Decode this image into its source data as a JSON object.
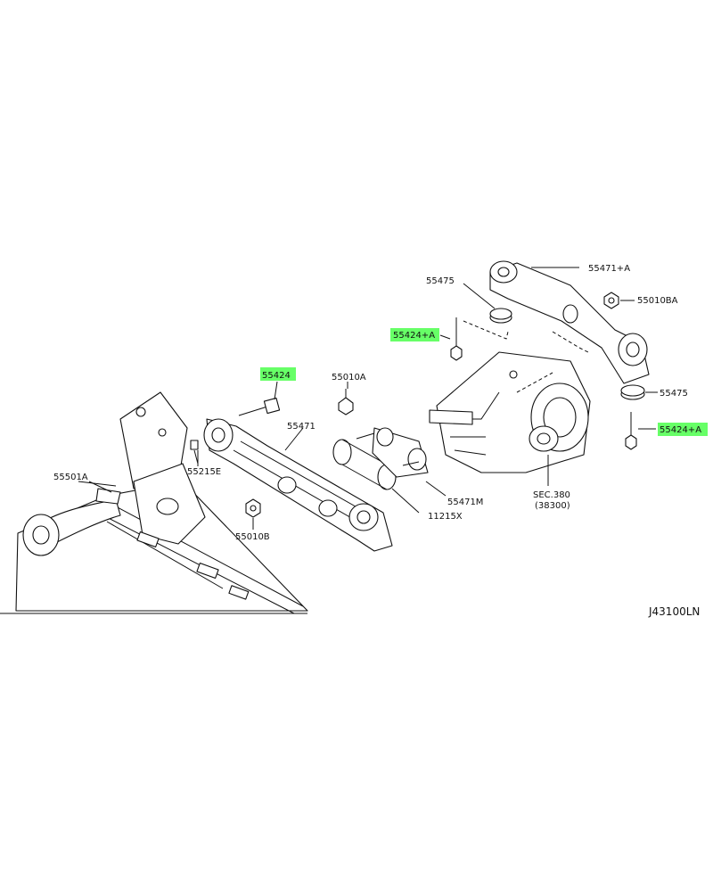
{
  "diagram": {
    "code": "J43100LN",
    "labels": {
      "p55475_top": "55475",
      "p55471A": "55471+A",
      "p55010BA": "55010BA",
      "p55424A_left": "55424+A",
      "p55475_right": "55475",
      "p55424A_right": "55424+A",
      "p55424": "55424",
      "p55010A": "55010A",
      "p55471": "55471",
      "p55501A": "55501A",
      "p55215E": "55215E",
      "p55471M": "55471M",
      "sec380": "SEC.380",
      "sec380_sub": "(38300)",
      "p11215X": "11215X",
      "p55010B": "55010B"
    },
    "highlight_color": "#4cff4c"
  }
}
